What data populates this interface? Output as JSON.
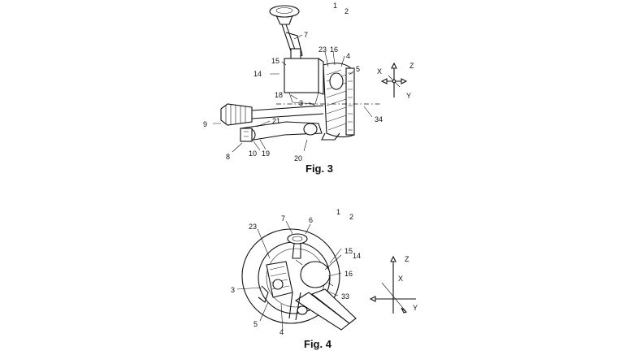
{
  "figures": [
    {
      "caption": "Fig. 3",
      "labels": {
        "l1": "1",
        "l2": "2",
        "l7": "7",
        "l23": "23",
        "l16": "16",
        "l4": "4",
        "l5": "5",
        "l15": "15",
        "l14": "14",
        "l18": "18",
        "l3": "3",
        "l34": "34",
        "l9": "9",
        "l21": "21",
        "l8": "8",
        "l10": "10",
        "l19": "19",
        "l20": "20"
      },
      "axes": {
        "x": "X",
        "y": "Y",
        "z": "Z"
      }
    },
    {
      "caption": "Fig. 4",
      "labels": {
        "l7": "7",
        "l6": "6",
        "l1": "1",
        "l2": "2",
        "l23": "23",
        "l15": "15",
        "l14": "14",
        "l16": "16",
        "l3": "3",
        "l33": "33",
        "l5": "5",
        "l4": "4"
      },
      "axes": {
        "x": "X",
        "y": "Y",
        "z": "Z"
      }
    }
  ]
}
